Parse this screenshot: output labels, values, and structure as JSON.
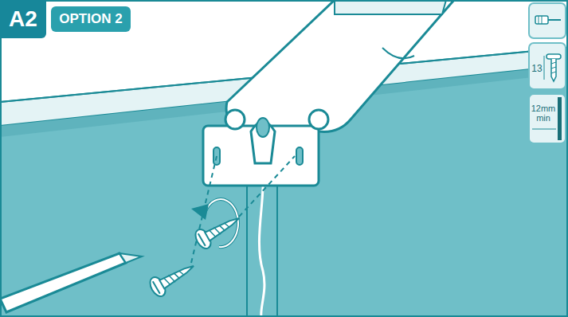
{
  "diagram": {
    "nodes": [
      {
        "text": [
          "A2"
        ]
      },
      {
        "text": [
          "OPTION 2"
        ]
      },
      {
        "text": [
          "13"
        ]
      },
      {
        "text": [
          "12mm min"
        ]
      }
    ],
    "edges": []
  }
}
